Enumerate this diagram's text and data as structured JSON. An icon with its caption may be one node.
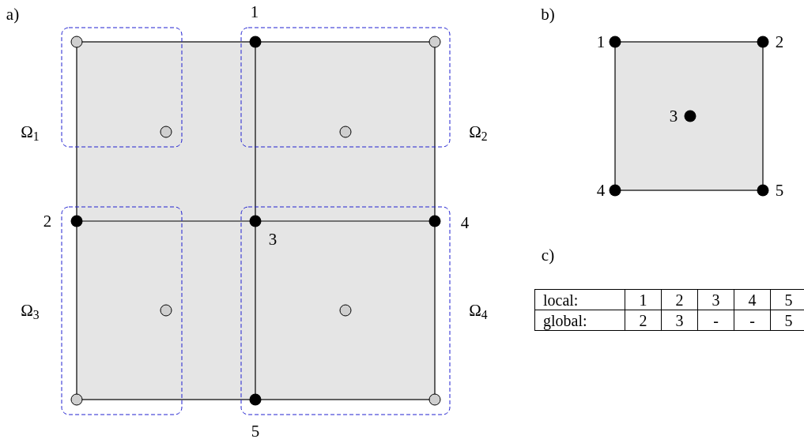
{
  "diagram": {
    "labels": [
      "a)",
      "1",
      "Ω$_{1}$",
      "Ω$_{2}$",
      "2",
      "3",
      "4",
      "Ω$_{3}$",
      "Ω$_{4}$",
      "5",
      "b)",
      "1",
      "2",
      "3",
      "4",
      "5",
      "c)",
      "local:",
      "1",
      "2",
      "3",
      "4",
      "5",
      "global:",
      "2",
      "3",
      "-",
      "-",
      "5"
    ]
  }
}
